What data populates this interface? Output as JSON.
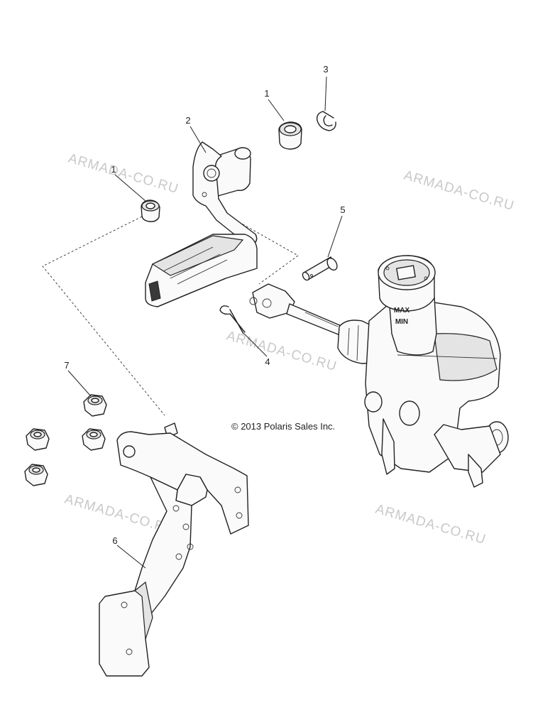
{
  "callouts": {
    "c1a": "1",
    "c1b": "1",
    "c2": "2",
    "c3": "3",
    "c4": "4",
    "c5": "5",
    "c6": "6",
    "c7": "7"
  },
  "copyright": "© 2013 Polaris Sales Inc.",
  "watermark": "ARMADA-CO.RU",
  "reservoir_label": {
    "line1": "MAX",
    "line2": "MIN"
  }
}
